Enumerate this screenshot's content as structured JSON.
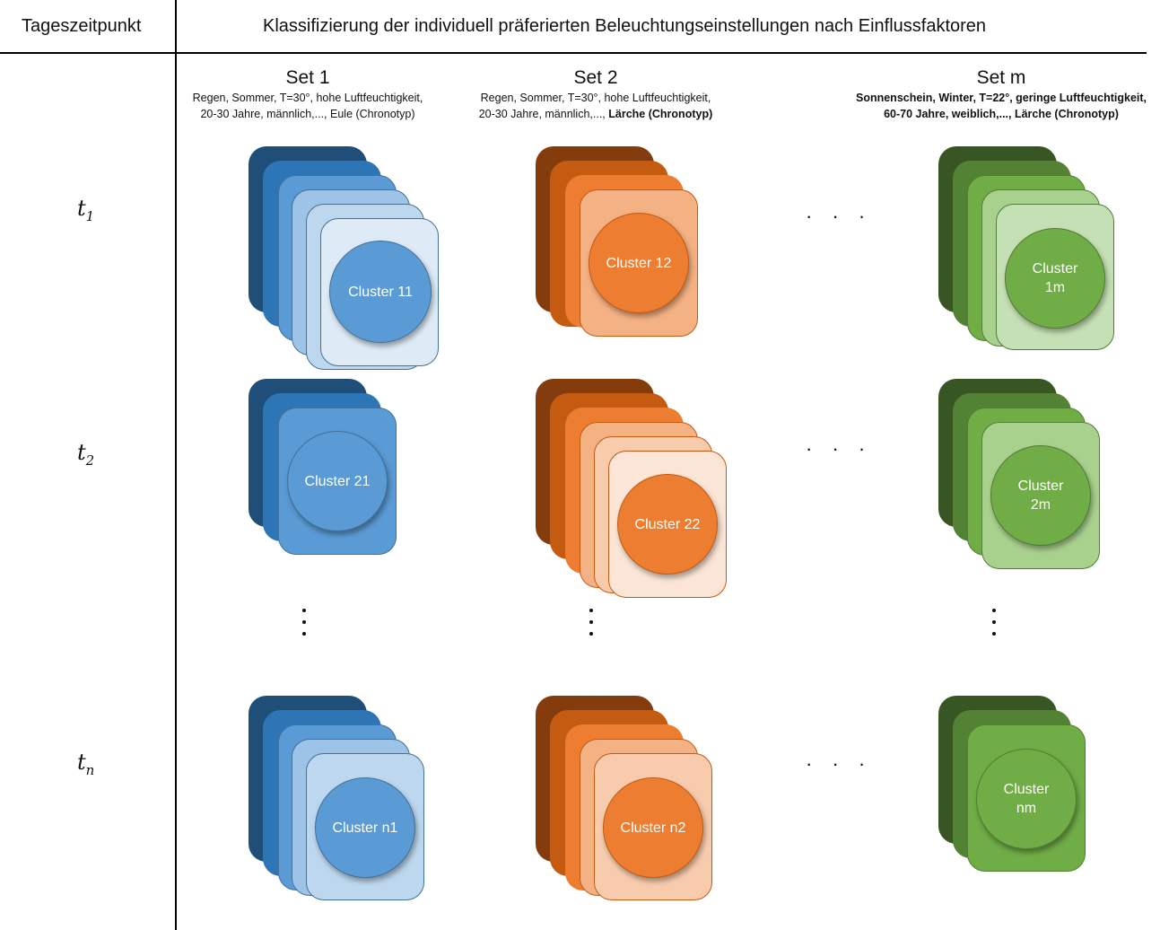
{
  "header": {
    "col1": "Tageszeitpunkt",
    "col2": "Klassifizierung der individuell präferierten Beleuchtungseinstellungen nach Einflussfaktoren"
  },
  "sets": [
    {
      "title": "Set 1",
      "desc_line1": "Regen, Sommer, T=30°, hohe Luftfeuchtigkeit,",
      "desc_line2a": "20-30 Jahre, männlich,..., Eule (Chronotyp)",
      "desc_line2b": ""
    },
    {
      "title": "Set 2",
      "desc_line1": "Regen, Sommer, T=30°, hohe Luftfeuchtigkeit,",
      "desc_line2a": "20-30 Jahre, männlich,..., ",
      "desc_line2b": "Lärche (Chronotyp)"
    },
    {
      "title": "Set m",
      "desc_line1": "Sonnenschein, Winter, T=22°, geringe Luftfeuchtigkeit,",
      "desc_line2a": "60-70 Jahre, weiblich,..., Lärche (Chronotyp)",
      "desc_line2b": ""
    }
  ],
  "times": [
    "t1",
    "t2",
    "tn"
  ],
  "ellipsis_h": "· · ·",
  "clusters": {
    "c11": "Cluster 11",
    "c12": "Cluster 12",
    "c1m": "Cluster\n1m",
    "c21": "Cluster 21",
    "c22": "Cluster 22",
    "c2m": "Cluster\n2m",
    "cn1": "Cluster n1",
    "cn2": "Cluster n2",
    "cnm": "Cluster\nnm"
  },
  "colors": {
    "blue": [
      "#1f4e79",
      "#2e75b6",
      "#5b9bd5",
      "#9dc3e6",
      "#bdd7ee",
      "#deebf7"
    ],
    "orange": [
      "#843c0c",
      "#c55a11",
      "#ed7d31",
      "#f4b183",
      "#f8cbad",
      "#fbe5d6"
    ],
    "green": [
      "#375623",
      "#548235",
      "#70ad47",
      "#a9d18e",
      "#c5e0b4"
    ]
  }
}
